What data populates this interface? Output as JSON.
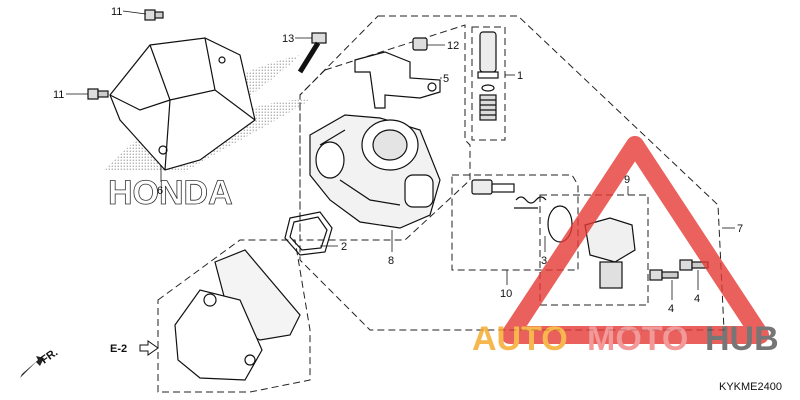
{
  "callouts": {
    "p1": "1",
    "p2": "2",
    "p3": "3",
    "p4a": "4",
    "p4b": "4",
    "p5": "5",
    "p6": "6",
    "p7": "7",
    "p8": "8",
    "p9": "9",
    "p10": "10",
    "p11a": "11",
    "p11b": "11",
    "p12": "12",
    "p13": "13"
  },
  "refs": {
    "e2": "E-2",
    "fr": "FR.",
    "diagram_code": "KYKME2400"
  },
  "brand": {
    "honda_text": "HONDA"
  },
  "watermark": {
    "auto": "AUTO",
    "moto": "MOTO",
    "hub": "HUB",
    "colors": {
      "auto": "#f5a623",
      "moto": "#f08080",
      "hub": "#555555",
      "triangle": "#e53935"
    }
  }
}
